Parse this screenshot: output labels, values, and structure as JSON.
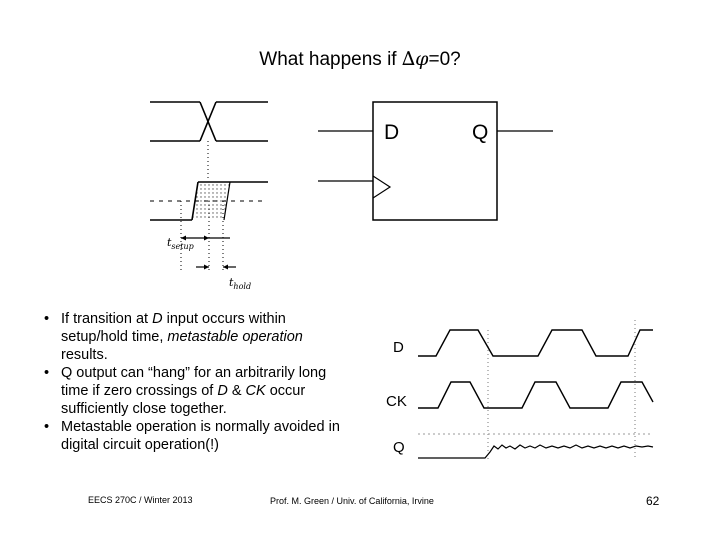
{
  "title": {
    "prefix": "What happens if ",
    "delta": "∆",
    "phi": "φ",
    "suffix": "=0?"
  },
  "flipflop": {
    "d_label": "D",
    "q_label": "Q"
  },
  "timing": {
    "setup_t": "t",
    "setup_sub": "setup",
    "hold_t": "t",
    "hold_sub": "hold"
  },
  "waveforms": {
    "d_label": "D",
    "ck_label": "CK",
    "q_label": "Q"
  },
  "bullets": {
    "b1": [
      {
        "text": "If transition at ",
        "style": "normal"
      },
      {
        "text": "D",
        "style": "italic"
      },
      {
        "text": " input occurs within setup/hold time, ",
        "style": "normal"
      },
      {
        "text": "metastable operation",
        "style": "italic"
      },
      {
        "text": " results.",
        "style": "normal"
      }
    ],
    "b2": [
      {
        "text": "Q output can “hang” for an arbitrarily long time if zero crossings of ",
        "style": "normal"
      },
      {
        "text": "D",
        "style": "italic"
      },
      {
        "text": " & ",
        "style": "normal"
      },
      {
        "text": "CK",
        "style": "italic"
      },
      {
        "text": " occur sufficiently close together.",
        "style": "normal"
      }
    ],
    "b3": [
      {
        "text": "Metastable operation is normally avoided in digital circuit operation(!)",
        "style": "normal"
      }
    ]
  },
  "footer": {
    "course": "EECS 270C / Winter 2013",
    "author": "Prof. M. Green / Univ. of California, Irvine",
    "page": "62"
  }
}
